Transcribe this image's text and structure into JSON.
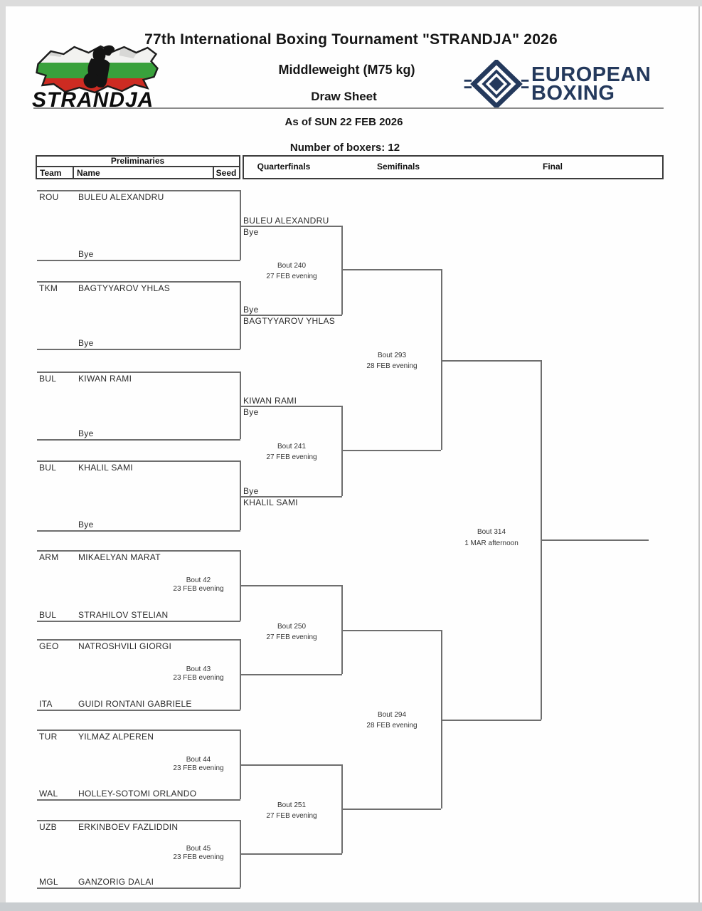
{
  "header": {
    "title": "77th International Boxing Tournament \"STRANDJA\" 2026",
    "weight_category": "Middleweight (M75 kg)",
    "sheet_type": "Draw Sheet",
    "as_of": "As of SUN 22 FEB 2026",
    "boxer_count": "Number of boxers: 12",
    "strandja_logo_text": "STRANDJA",
    "european_boxing_line1": "EUROPEAN",
    "european_boxing_line2": "BOXING",
    "brand_navy": "#24395c",
    "flag_white": "#f2f2f0",
    "flag_green": "#39a13c",
    "flag_red": "#cd2b22"
  },
  "columns": {
    "preliminaries": "Preliminaries",
    "team": "Team",
    "name": "Name",
    "seed": "Seed",
    "quarterfinals": "Quarterfinals",
    "semifinals": "Semifinals",
    "final": "Final"
  },
  "bracket": {
    "prelim_pairs": [
      {
        "top_team": "ROU",
        "top_name": "BULEU ALEXANDRU",
        "bottom_team": "",
        "bottom_name": "Bye"
      },
      {
        "top_team": "TKM",
        "top_name": "BAGTYYAROV YHLAS",
        "bottom_team": "",
        "bottom_name": "Bye"
      },
      {
        "top_team": "BUL",
        "top_name": "KIWAN RAMI",
        "bottom_team": "",
        "bottom_name": "Bye"
      },
      {
        "top_team": "BUL",
        "top_name": "KHALIL SAMI",
        "bottom_team": "",
        "bottom_name": "Bye"
      },
      {
        "top_team": "ARM",
        "top_name": "MIKAELYAN MARAT",
        "bottom_team": "BUL",
        "bottom_name": "STRAHILOV STELIAN",
        "bout_no": "Bout 42",
        "bout_when": "23 FEB evening"
      },
      {
        "top_team": "GEO",
        "top_name": "NATROSHVILI GIORGI",
        "bottom_team": "ITA",
        "bottom_name": "GUIDI RONTANI GABRIELE",
        "bout_no": "Bout 43",
        "bout_when": "23 FEB evening"
      },
      {
        "top_team": "TUR",
        "top_name": "YILMAZ ALPEREN",
        "bottom_team": "WAL",
        "bottom_name": "HOLLEY-SOTOMI ORLANDO",
        "bout_no": "Bout 44",
        "bout_when": "23 FEB evening"
      },
      {
        "top_team": "UZB",
        "top_name": "ERKINBOEV FAZLIDDIN",
        "bottom_team": "MGL",
        "bottom_name": "GANZORIG DALAI",
        "bout_no": "Bout 45",
        "bout_when": "23 FEB evening"
      }
    ],
    "quarterfinal_entries": [
      {
        "line1": "BULEU ALEXANDRU",
        "line2": "Bye"
      },
      {
        "line1": "Bye",
        "line2": "BAGTYYAROV YHLAS"
      },
      {
        "line1": "KIWAN RAMI",
        "line2": "Bye"
      },
      {
        "line1": "Bye",
        "line2": "KHALIL SAMI"
      }
    ],
    "bouts": {
      "qf_240": {
        "no": "Bout 240",
        "when": "27 FEB evening"
      },
      "qf_241": {
        "no": "Bout 241",
        "when": "27 FEB evening"
      },
      "qf_250": {
        "no": "Bout 250",
        "when": "27 FEB evening"
      },
      "qf_251": {
        "no": "Bout 251",
        "when": "27 FEB evening"
      },
      "sf_293": {
        "no": "Bout 293",
        "when": "28 FEB evening"
      },
      "sf_294": {
        "no": "Bout 294",
        "when": "28 FEB evening"
      },
      "final_314": {
        "no": "Bout 314",
        "when": "1 MAR afternoon"
      }
    }
  }
}
